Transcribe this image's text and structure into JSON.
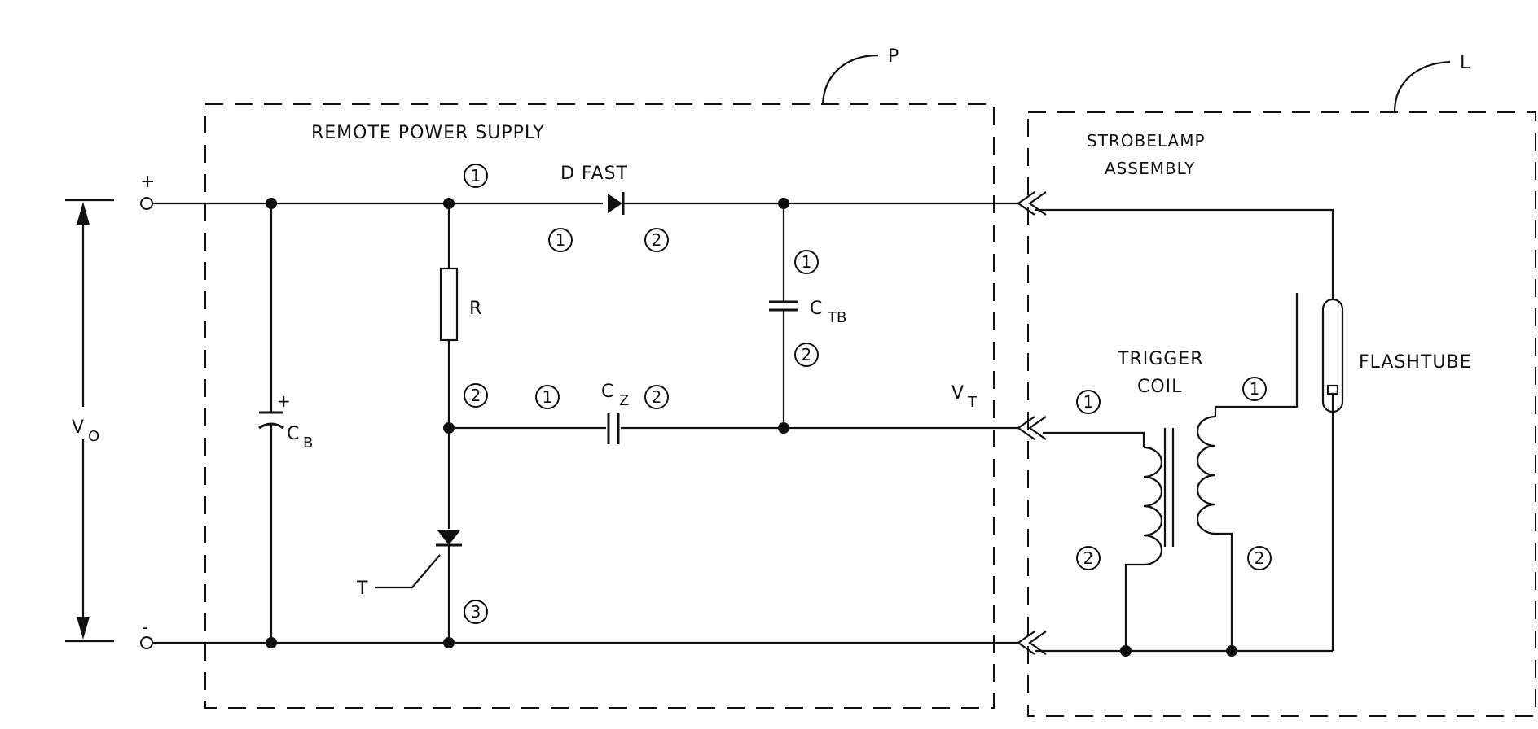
{
  "labels": {
    "block_p": "P",
    "block_l": "L",
    "remote_power_supply": "REMOTE POWER SUPPLY",
    "strobelamp_line1": "STROBELAMP",
    "strobelamp_line2": "ASSEMBLY",
    "diode": "D FAST",
    "resistor": "R",
    "cap_tb_main": "C",
    "cap_tb_sub": "TB",
    "cap_z_main": "C",
    "cap_z_sub": "Z",
    "cap_b_main": "C",
    "cap_b_sub": "B",
    "cap_b_polarity": "+",
    "vo_main": "V",
    "vo_sub": "O",
    "vt_main": "V",
    "vt_sub": "T",
    "trigger_line1": "TRIGGER",
    "trigger_line2": "COIL",
    "flashtube": "FLASHTUBE",
    "thyristor": "T",
    "plus_terminal": "+",
    "minus_terminal": "-"
  },
  "pins": {
    "n1": "1",
    "n2": "2",
    "n3": "3"
  }
}
